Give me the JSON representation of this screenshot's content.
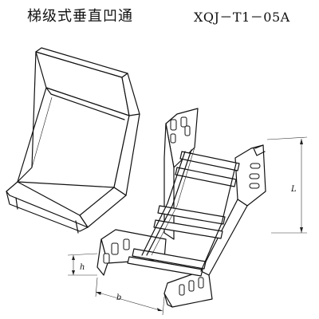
{
  "header": {
    "name_cn": "梯级式垂直凹通",
    "model_code": "XQJ－T1－05A"
  },
  "dimensions": {
    "length_label": "L",
    "height_label": "h",
    "width_label": "b"
  }
}
